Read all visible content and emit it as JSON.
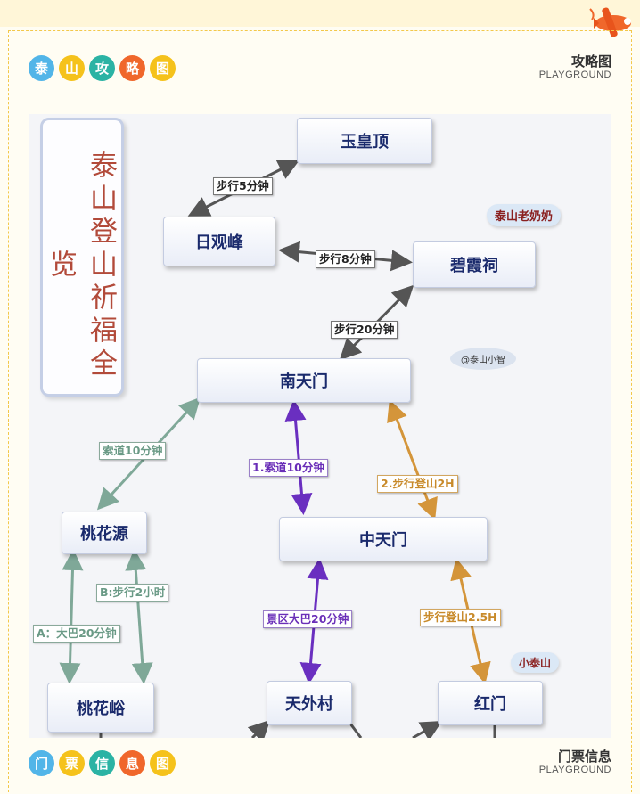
{
  "section1": {
    "circles": [
      "泰",
      "山",
      "攻",
      "略",
      "图"
    ],
    "title": "攻略图",
    "subtitle": "PLAYGROUND"
  },
  "section2": {
    "circles": [
      "门",
      "票",
      "信",
      "息",
      "图"
    ],
    "title": "门票信息",
    "subtitle": "PLAYGROUND"
  },
  "map": {
    "title": "泰山登山祈福全览",
    "nodes": {
      "yuhuangding": "玉皇顶",
      "riguanfeng": "日观峰",
      "bixiaci": "碧霞祠",
      "nantianmen": "南天门",
      "taohuayuan": "桃花源",
      "zhongtianmen": "中天门",
      "taohuayu": "桃花峪",
      "tianwaicun": "天外村",
      "hongmen": "红门"
    },
    "labels": {
      "walk5": "步行5分钟",
      "walk8": "步行8分钟",
      "walk20": "步行20分钟",
      "cable10a": "索道10分钟",
      "cable10b": "1.索道10分钟",
      "climb2h": "2.步行登山2H",
      "walk2h": "B:步行2小时",
      "bus20a": "A：大巴20分钟",
      "bus20b": "景区大巴20分钟",
      "climb25h": "步行登山2.5H"
    },
    "clouds": {
      "grandma": "泰山老奶奶",
      "watermark": "@泰山小智",
      "xiaotaishan": "小泰山"
    }
  },
  "colors": {
    "dark_arrow": "#555555",
    "green_arrow": "#7fa898",
    "purple_arrow": "#6a2fc0",
    "orange_arrow": "#d4953a",
    "dashed_border": "#f3c84a"
  },
  "icons": [
    "airplane-icon"
  ]
}
